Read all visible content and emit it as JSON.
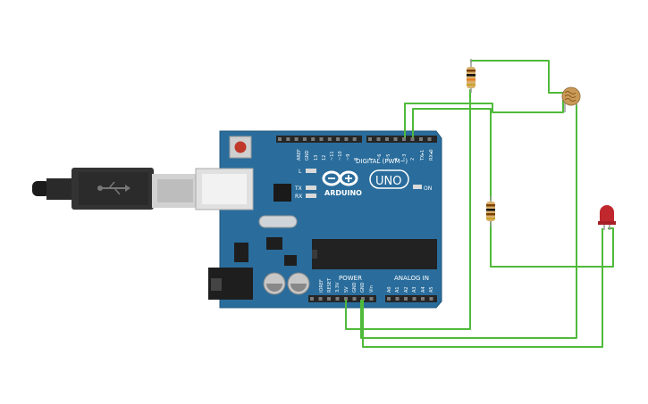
{
  "board": {
    "brand": "ARDUINO",
    "model": "UNO",
    "digital_label": "DIGITAL (PWM~)",
    "power_label": "POWER",
    "analog_label": "ANALOG IN",
    "on_label": "ON",
    "led_l": "L",
    "led_tx": "TX",
    "led_rx": "RX",
    "digital_pins": [
      "AREF",
      "GND",
      "13",
      "12",
      "~11",
      "~10",
      "~9",
      "8",
      "7",
      "~6",
      "~5",
      "4",
      "~3",
      "2",
      "TX▸1",
      "RX◂0"
    ],
    "power_pins": [
      "IOREF",
      "RESET",
      "3.3V",
      "5V",
      "GND",
      "GND",
      "Vin"
    ],
    "analog_pins": [
      "A0",
      "A1",
      "A2",
      "A3",
      "A4",
      "A5"
    ]
  },
  "colors": {
    "board": "#2a6d9c",
    "board_edge": "#1f5578",
    "wire": "#4fba3a",
    "header": "#262626",
    "usb": "#2b2b2b",
    "led_red": "#c0282d",
    "resistor": "#d8b06d"
  },
  "icons": {
    "usb_symbol": "usb-icon",
    "infinity": "arduino-infinity-logo"
  }
}
